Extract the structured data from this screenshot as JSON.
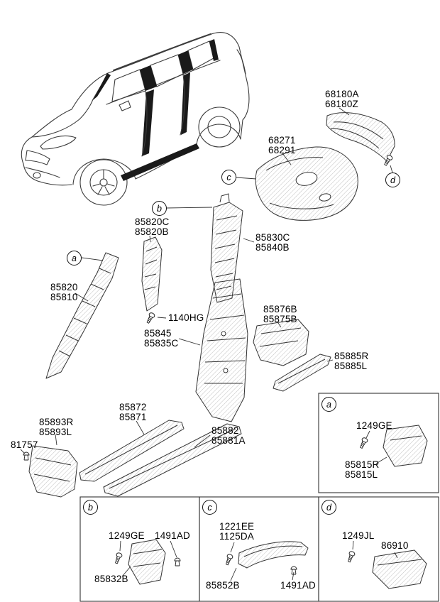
{
  "colors": {
    "line": "#333333",
    "pillar_highlight": "#1a1a1a"
  },
  "labels": {
    "p68180": [
      "68180A",
      "68180Z"
    ],
    "p68271": [
      "68271",
      "68291"
    ],
    "p85820c": [
      "85820C",
      "85820B"
    ],
    "p85830c": [
      "85830C",
      "85840B"
    ],
    "p85820": [
      "85820",
      "85810"
    ],
    "p1140hg": [
      "1140HG"
    ],
    "p85845": [
      "85845",
      "85835C"
    ],
    "p85876b": [
      "85876B",
      "85875B"
    ],
    "p85885r": [
      "85885R",
      "85885L"
    ],
    "p85872": [
      "85872",
      "85871"
    ],
    "p85893r": [
      "85893R",
      "85893L"
    ],
    "p81757": [
      "81757"
    ],
    "p85882": [
      "85882",
      "85881A"
    ]
  },
  "callouts": {
    "a": "a",
    "b": "b",
    "c": "c",
    "d": "d"
  },
  "detail_boxes": {
    "a": {
      "letter": "a",
      "l1249ge": "1249GE",
      "l85815r": "85815R",
      "l85815l": "85815L"
    },
    "b": {
      "letter": "b",
      "l1249ge": "1249GE",
      "l1491ad": "1491AD",
      "l85832b": "85832B"
    },
    "c": {
      "letter": "c",
      "l1221ee": "1221EE",
      "l1125da": "1125DA",
      "l85852b": "85852B",
      "l1491ad": "1491AD"
    },
    "d": {
      "letter": "d",
      "l1249jl": "1249JL",
      "l86910": "86910"
    }
  }
}
